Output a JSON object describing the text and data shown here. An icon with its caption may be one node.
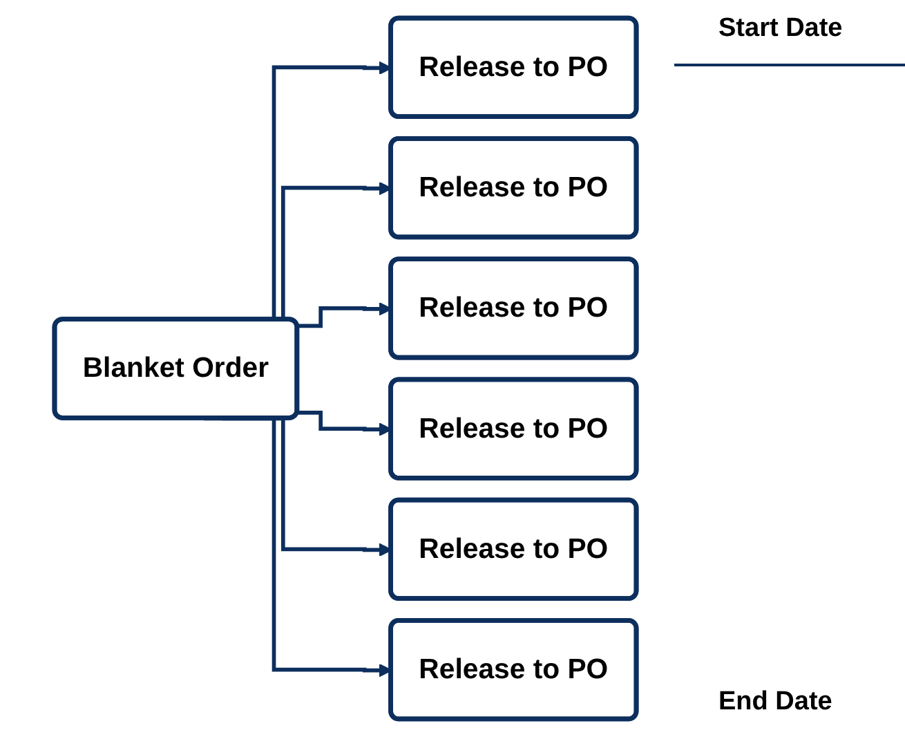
{
  "diagram": {
    "nodes": [
      {
        "text": [
          "Blanket Order"
        ]
      },
      {
        "text": [
          "Release to PO"
        ]
      },
      {
        "text": [
          "Release to PO"
        ]
      },
      {
        "text": [
          "Release to PO"
        ]
      },
      {
        "text": [
          "Release to PO"
        ]
      },
      {
        "text": [
          "Release to PO"
        ]
      },
      {
        "text": [
          "Release to PO"
        ]
      }
    ],
    "edges": [
      {
        "from": 0,
        "to": 1,
        "arrow": "to"
      },
      {
        "from": 0,
        "to": 2,
        "arrow": "to"
      },
      {
        "from": 0,
        "to": 3,
        "arrow": "to"
      },
      {
        "from": 0,
        "to": 4,
        "arrow": "to"
      },
      {
        "from": 0,
        "to": 5,
        "arrow": "to"
      },
      {
        "from": 0,
        "to": 6,
        "arrow": "to"
      }
    ],
    "labels": [
      "Start Date",
      "End Date"
    ]
  }
}
